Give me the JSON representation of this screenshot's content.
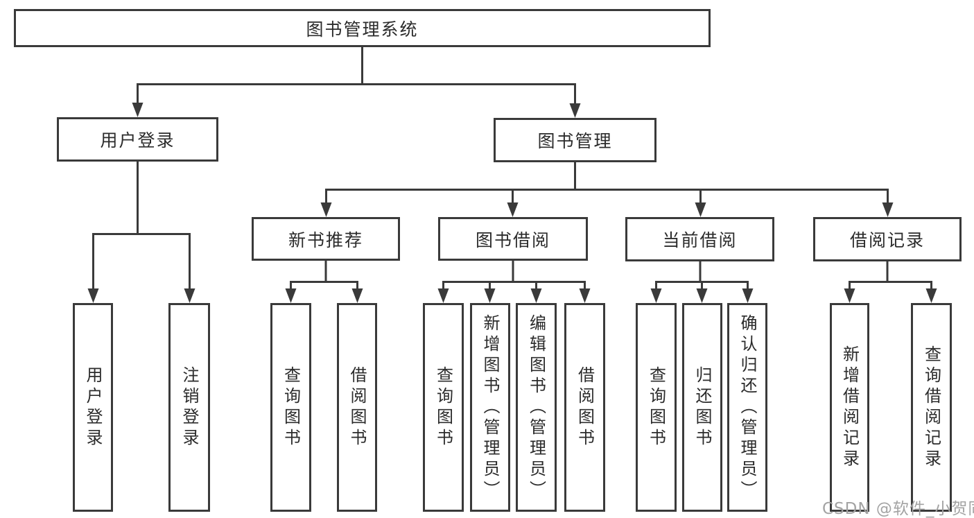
{
  "diagram": {
    "root": {
      "label": "图书管理系统"
    },
    "level2": {
      "user_login": "用户登录",
      "book_management": "图书管理"
    },
    "level3": {
      "new_book_recommend": "新书推荐",
      "book_borrow": "图书借阅",
      "current_borrow": "当前借阅",
      "borrow_records": "借阅记录"
    },
    "level4": {
      "user_login_children": [
        "用户登录",
        "注销登录"
      ],
      "new_book_children": [
        "查询图书",
        "借阅图书"
      ],
      "book_borrow_children": [
        "查询图书",
        "新增图书（管理员）",
        "编辑图书（管理员）",
        "借阅图书"
      ],
      "current_borrow_children": [
        "查询图书",
        "归还图书",
        "确认归还（管理员）"
      ],
      "borrow_records_children": [
        "新增借阅记录",
        "查询借阅记录"
      ]
    }
  },
  "watermark": "CSDN @软件_小贺同学",
  "colors": {
    "line": "#3a3a3a",
    "text": "#2b2b2b",
    "watermark": "#a3a3a3",
    "background": "#ffffff"
  }
}
